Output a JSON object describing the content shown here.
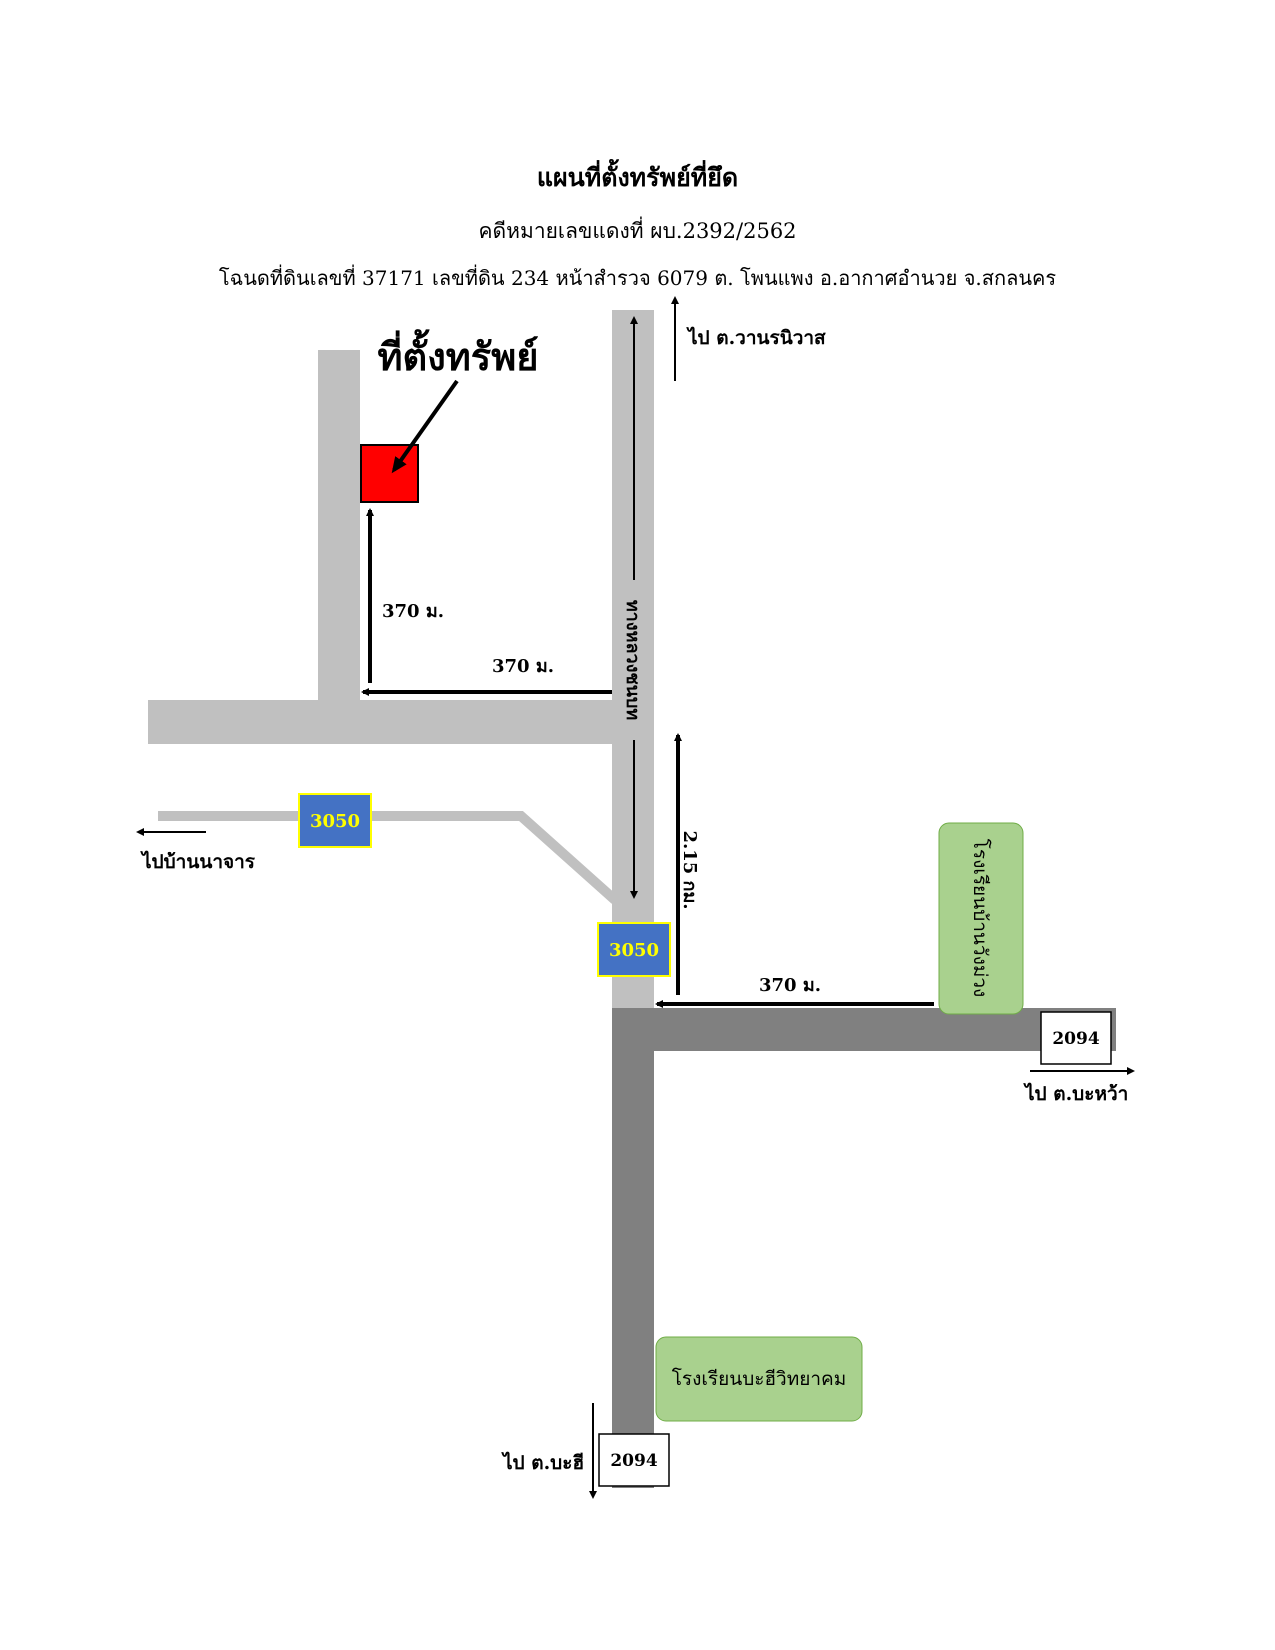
{
  "header": {
    "title": "แผนที่ตั้งทรัพย์ที่ยึด",
    "case_no": "คดีหมายเลขแดงที่ ผบ.2392/2562",
    "deed": "โฉนดที่ดินเลขที่ 37171 เลขที่ดิน 234 หน้าสำรวจ 6079 ต. โพนแพง อ.อากาศอำนวย จ.สกลนคร"
  },
  "map": {
    "property_label": "ที่ตั้งทรัพย์",
    "highway_name": "ทางหลวงชนบท",
    "dist_side_road": "370 ม.",
    "dist_cross_road": "370 ม.",
    "dist_main_segment": "2.15 กม.",
    "dist_junction": "370 ม.",
    "to_north": "ไป ต.วานรนิวาส",
    "to_west": "ไปบ้านนาจาร",
    "to_east": "ไป ต.บะหว้า",
    "to_south": "ไป ต.บะฮี",
    "route_3050_a": "3050",
    "route_3050_b": "3050",
    "route_2094_east": "2094",
    "route_2094_south": "2094",
    "school_1": "โรงเรียนบ้านวังม่วง",
    "school_2": "โรงเรียนบะฮีวิทยาคม"
  },
  "colors": {
    "road_light": "#c0c0c0",
    "road_dark": "#808080",
    "property": "#ff0000",
    "route_sign_bg": "#4472c4",
    "route_sign_border": "#ffff00",
    "route_sign_text": "#ffff00",
    "school_fill": "#a9d18e"
  }
}
